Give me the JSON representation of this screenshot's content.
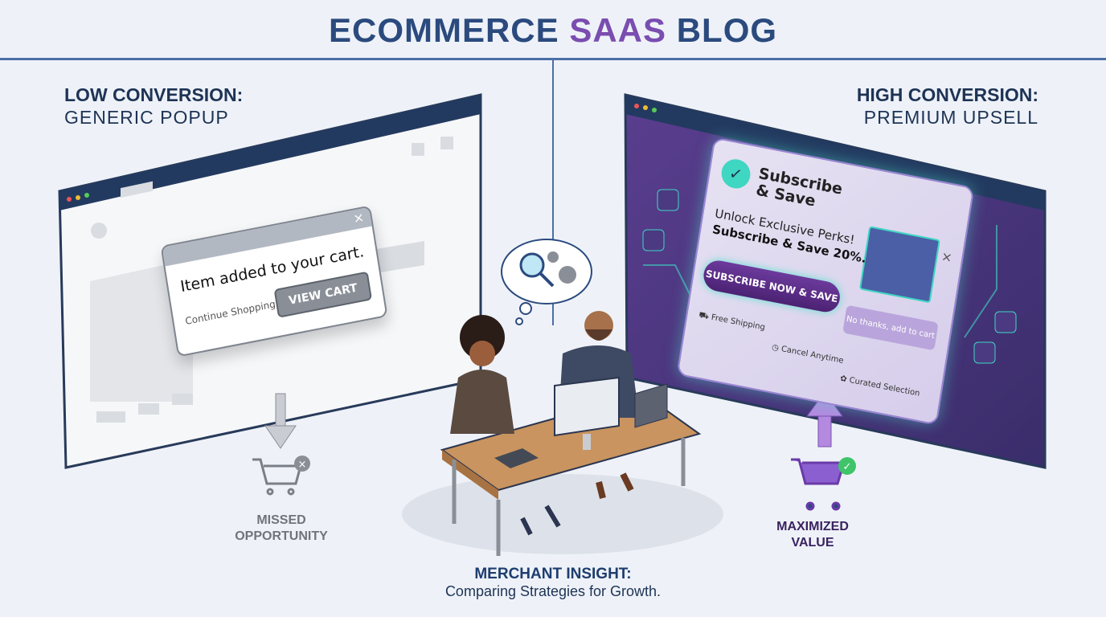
{
  "header": {
    "title_part1": "ECOMMERCE",
    "title_part2": "SAAS",
    "title_part3": "BLOG"
  },
  "left": {
    "heading_bold": "LOW CONVERSION:",
    "heading_sub": "GENERIC POPUP",
    "popup": {
      "message": "Item added to your cart.",
      "continue_label": "Continue Shopping",
      "view_cart_label": "VIEW CART",
      "close_icon": "×"
    },
    "outcome": {
      "line1": "MISSED",
      "line2": "OPPORTUNITY",
      "icon": "cart-x-icon"
    }
  },
  "right": {
    "heading_bold": "HIGH CONVERSION:",
    "heading_sub": "PREMIUM UPSELL",
    "popup": {
      "title_line1": "Subscribe",
      "title_line2": "& Save",
      "subtitle": "Unlock Exclusive Perks!",
      "offer": "Subscribe & Save 20%.",
      "cta_label": "SUBSCRIBE NOW & SAVE",
      "decline_label": "No thanks, add to cart",
      "close_icon": "×",
      "features": [
        "Free Shipping",
        "Cancel Anytime",
        "Curated Selection"
      ]
    },
    "outcome": {
      "line1": "MAXIMIZED",
      "line2": "VALUE",
      "icon": "cart-check-icon"
    }
  },
  "footer": {
    "title": "MERCHANT INSIGHT:",
    "subtitle": "Comparing Strategies for Growth."
  },
  "colors": {
    "navy": "#2b4a7e",
    "purple": "#7a4db0",
    "teal": "#3fd6c2"
  }
}
